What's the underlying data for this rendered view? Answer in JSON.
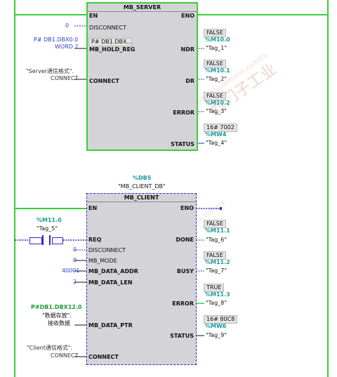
{
  "server": {
    "title": "MB_SERVER",
    "pins_in": {
      "en": "EN",
      "disconnect": "DISCONNECT",
      "hold_reg_top": "P# DB1.DBX...",
      "hold_reg": "MB_HOLD_REG",
      "connect": "CONNECT"
    },
    "pins_out": {
      "eno": "ENO",
      "ndr": "NDR",
      "dr": "DR",
      "error": "ERROR",
      "status": "STATUS"
    },
    "inputs": {
      "disconnect_val": "0",
      "hold_reg_val1": "P# DB1.DBX0.0",
      "hold_reg_val2": "WORD 2",
      "connect_val1": "\"Server通信格式\".",
      "connect_val2": "CONNECT"
    },
    "outputs": {
      "ndr": {
        "state": "FALSE",
        "addr": "%M10.0",
        "tag": "\"Tag_1\""
      },
      "dr": {
        "state": "FALSE",
        "addr": "%M10.1",
        "tag": "\"Tag_2\""
      },
      "error": {
        "state": "FALSE",
        "addr": "%M10.2",
        "tag": "\"Tag_3\""
      },
      "status": {
        "state": "16# 7002",
        "addr": "%MW4",
        "tag": "\"Tag_4\""
      }
    }
  },
  "client": {
    "db_addr": "%DB5",
    "db_name": "\"MB_CLIENT_DB\"",
    "title": "MB_CLIENT",
    "pins_in": {
      "en": "EN",
      "req": "REQ",
      "disconnect": "DISCONNECT",
      "mode": "MB_MODE",
      "data_addr": "MB_DATA_ADDR",
      "data_len": "MB_DATA_LEN",
      "data_ptr": "MB_DATA_PTR",
      "connect": "CONNECT"
    },
    "pins_out": {
      "eno": "ENO",
      "done": "DONE",
      "busy": "BUSY",
      "error": "ERROR",
      "status": "STATUS"
    },
    "contact": {
      "addr": "%M11.0",
      "tag": "\"Tag_5\""
    },
    "inputs": {
      "disconnect_val": "0",
      "mode_val": "0",
      "data_addr_val": "40001",
      "data_len_val": "2",
      "data_ptr_val1": "P#DB1.DBX12.0",
      "data_ptr_val2": "\"数据存放\".",
      "data_ptr_val3": "接收数据",
      "connect_val1": "\"Client通信格式\".",
      "connect_val2": "CONNECT"
    },
    "outputs": {
      "done": {
        "state": "FALSE",
        "addr": "%M11.1",
        "tag": "\"Tag_6\""
      },
      "busy": {
        "state": "FALSE",
        "addr": "%M11.2",
        "tag": "\"Tag_7\""
      },
      "error": {
        "state": "TRUE",
        "addr": "%M11.3",
        "tag": "\"Tag_8\""
      },
      "status": {
        "state": "16# 80C8",
        "addr": "%MW6",
        "tag": "\"Tag_9\""
      }
    }
  },
  "watermark": {
    "text1": "西门子工业",
    "text2": "support.industry.siemens.com/cs"
  },
  "colors": {
    "power_flow": "#38d038",
    "no_flow": "#2a2acb",
    "address": "#1a9a9a",
    "constant": "#2c46c8"
  }
}
